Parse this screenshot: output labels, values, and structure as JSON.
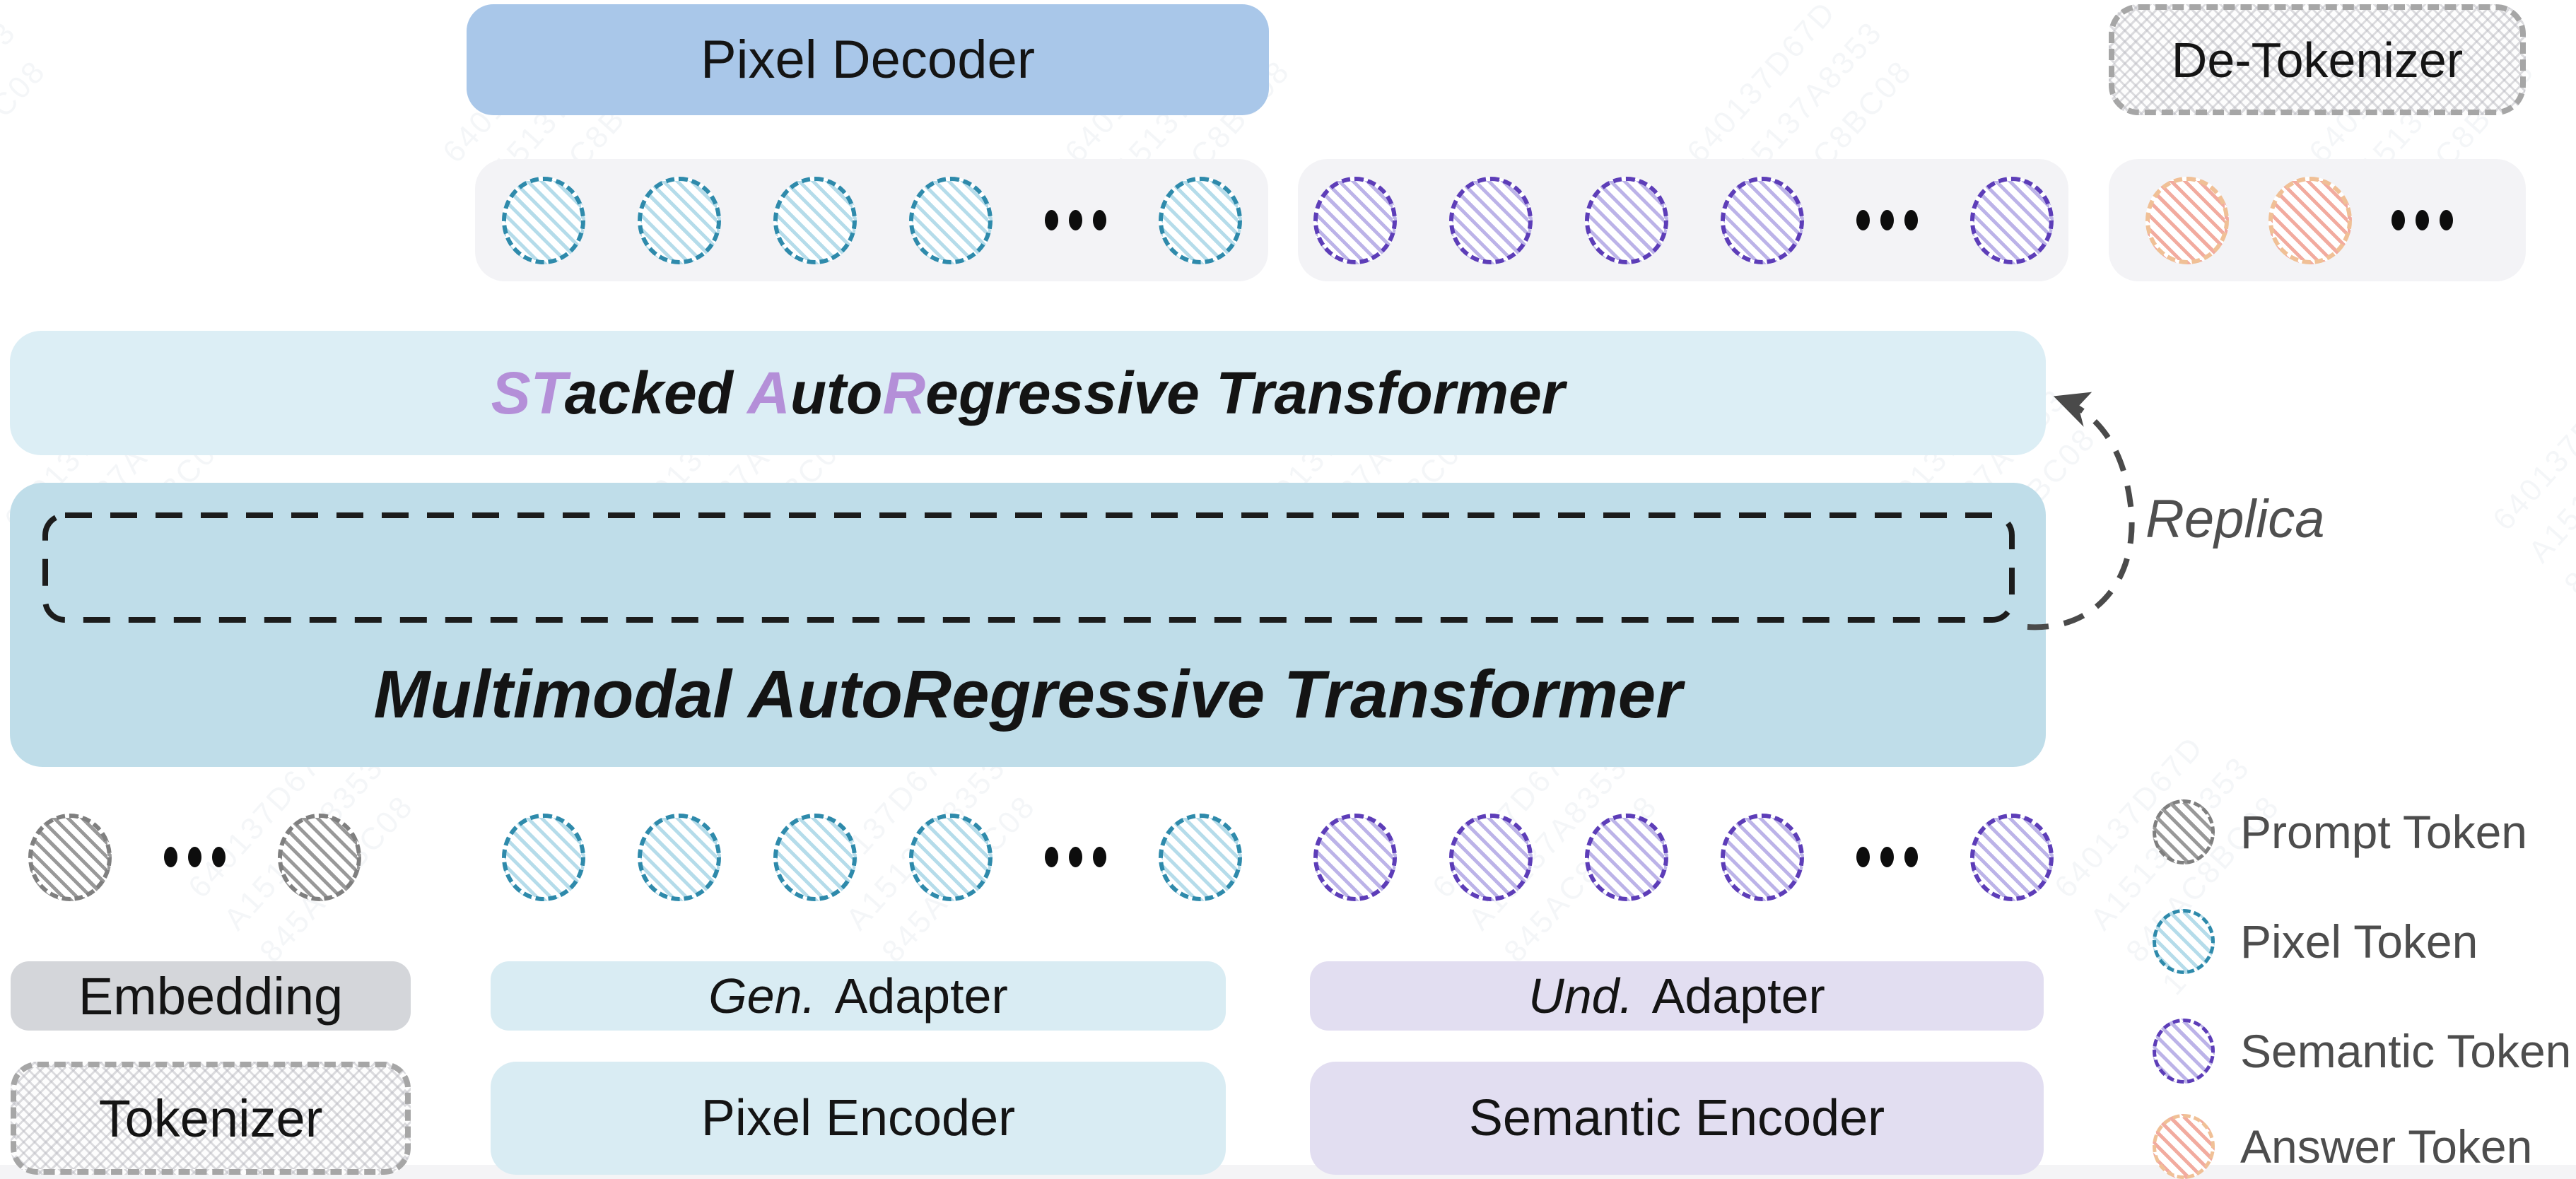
{
  "colors": {
    "accent-purple": "#b48fd8",
    "ink": "#141414",
    "gray-text": "#4d4d4d",
    "pixel-decoder-fill": "#a9c7e9",
    "star-bar-fill": "#dceef5",
    "mar-fill": "#bfdde9",
    "blue-box-fill": "#d9ecf3",
    "purple-box-fill": "#e2def1",
    "embedding-fill": "#d4d6da",
    "tray-fill": "#f3f3f6",
    "pixel-border": "#2e8aab",
    "pixel-hatch": "#b5dcea",
    "semantic-border": "#5d3db8",
    "semantic-hatch": "#bcb3e8",
    "prompt-border": "#7f7f7f",
    "prompt-hatch": "#999999",
    "answer-border": "#f0c096",
    "answer-hatch": "#f2ab9f"
  },
  "boxes": {
    "pixel_decoder": "Pixel Decoder",
    "de_tokenizer": "De-Tokenizer",
    "embedding": "Embedding",
    "tokenizer": "Tokenizer",
    "pixel_encoder": "Pixel Encoder",
    "semantic_encoder": "Semantic Encoder",
    "gen_adapter": {
      "italic": "Gen.",
      "rest": "Adapter"
    },
    "und_adapter": {
      "italic": "Und.",
      "rest": "Adapter"
    },
    "mar_title": "Multimodal AutoRegressive Transformer"
  },
  "star_title_segments": [
    {
      "t": "ST",
      "c": "accent"
    },
    {
      "t": "acked ",
      "c": "ink"
    },
    {
      "t": "A",
      "c": "accent"
    },
    {
      "t": "uto",
      "c": "ink"
    },
    {
      "t": "R",
      "c": "accent"
    },
    {
      "t": "egressive Transformer",
      "c": "ink"
    }
  ],
  "replica_label": "Replica",
  "legend": [
    {
      "type": "prompt",
      "label": "Prompt Token"
    },
    {
      "type": "pixel",
      "label": "Pixel Token"
    },
    {
      "type": "semantic",
      "label": "Semantic Token"
    },
    {
      "type": "answer",
      "label": "Answer Token"
    }
  ],
  "token_rows": [
    {
      "id": "row-top-pixel",
      "name": "pixel-token-row-top",
      "type": "pixel",
      "tray": true,
      "pattern": [
        "c",
        "c",
        "c",
        "c",
        "d",
        "c"
      ]
    },
    {
      "id": "row-top-semantic",
      "name": "semantic-token-row-top",
      "type": "semantic",
      "tray": true,
      "pattern": [
        "c",
        "c",
        "c",
        "c",
        "d",
        "c"
      ]
    },
    {
      "id": "row-top-answer",
      "name": "answer-token-row-top",
      "type": "answer",
      "tray": true,
      "pattern": [
        "c",
        "c",
        "d"
      ]
    },
    {
      "id": "row-bottom-prompt",
      "name": "prompt-token-row-bottom",
      "type": "prompt",
      "tray": false,
      "pattern": [
        "c",
        "d",
        "c"
      ]
    },
    {
      "id": "row-bottom-pixel",
      "name": "pixel-token-row-bottom",
      "type": "pixel",
      "tray": false,
      "pattern": [
        "c",
        "c",
        "c",
        "c",
        "d",
        "c"
      ]
    },
    {
      "id": "row-bottom-semantic",
      "name": "semantic-token-row-bottom",
      "type": "semantic",
      "tray": false,
      "pattern": [
        "c",
        "c",
        "c",
        "c",
        "d",
        "c"
      ]
    }
  ],
  "watermark": {
    "lines": [
      "640137D67D",
      "A15137A8353",
      "845AC8BC08",
      "1"
    ]
  }
}
